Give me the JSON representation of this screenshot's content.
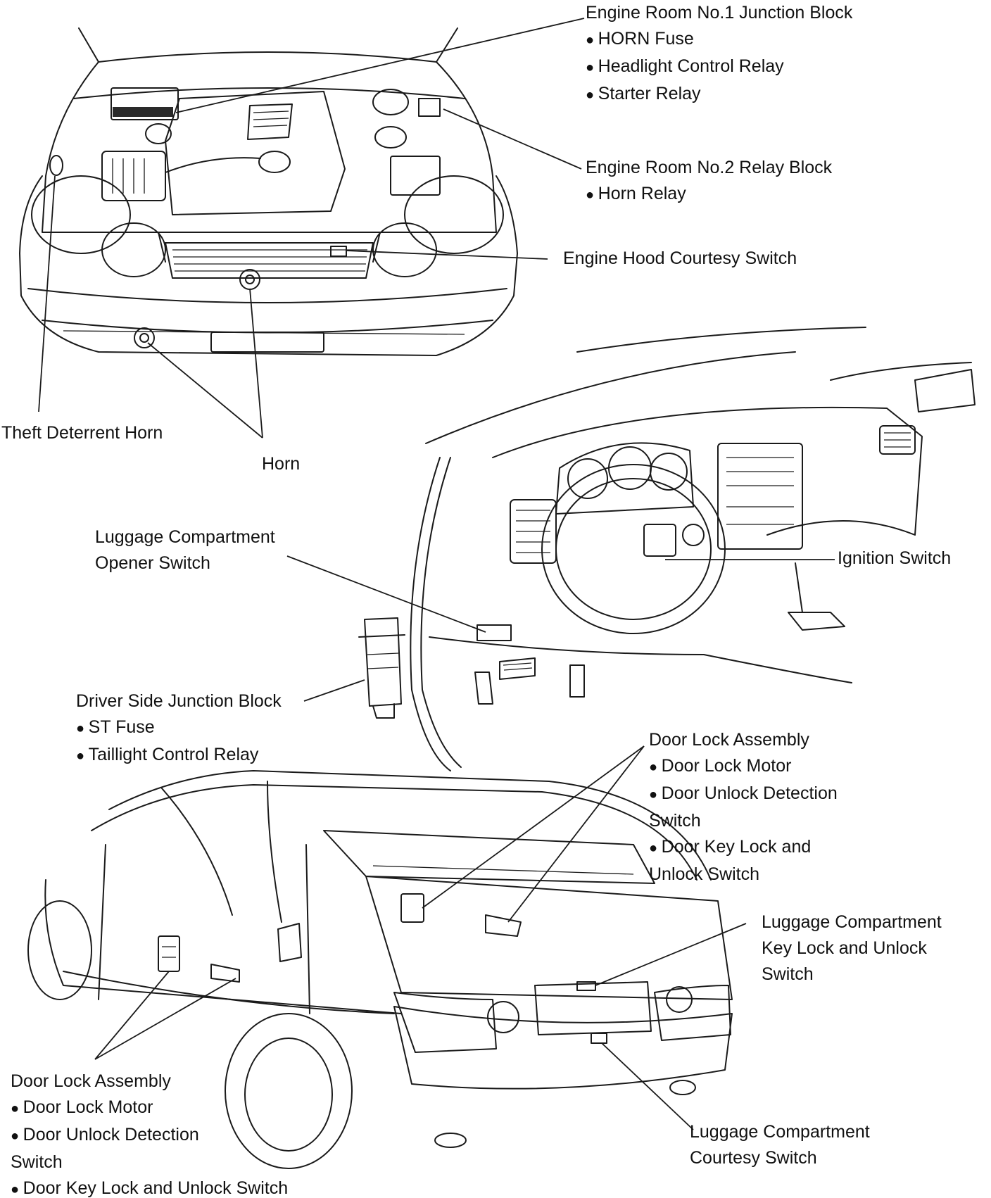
{
  "labels": {
    "engine_room_no1_junction_block": {
      "title": "Engine Room No.1 Junction Block",
      "items": [
        "HORN Fuse",
        "Headlight Control Relay",
        "Starter Relay"
      ]
    },
    "engine_room_no2_relay_block": {
      "title": "Engine Room No.2 Relay Block",
      "items": [
        "Horn Relay"
      ]
    },
    "engine_hood_courtesy_switch": "Engine Hood Courtesy Switch",
    "theft_deterrent_horn": "Theft Deterrent Horn",
    "horn": "Horn",
    "luggage_compartment_opener_switch": [
      "Luggage Compartment",
      "Opener Switch"
    ],
    "ignition_switch": "Ignition Switch",
    "driver_side_junction_block": {
      "title": "Driver Side Junction Block",
      "items": [
        "ST Fuse",
        "Taillight Control Relay"
      ]
    },
    "door_lock_assembly_right": {
      "title": "Door Lock Assembly",
      "lines": [
        "Door Lock Motor",
        "Door Unlock Detection",
        "Switch",
        "Door Key Lock and",
        "Unlock Switch"
      ]
    },
    "luggage_compartment_key_lock": [
      "Luggage Compartment",
      "Key Lock and Unlock",
      "Switch"
    ],
    "door_lock_assembly_left": {
      "title": "Door Lock Assembly",
      "lines": [
        "Door Lock Motor",
        "Door Unlock Detection",
        "Switch",
        "Door Key Lock and Unlock Switch"
      ]
    },
    "luggage_compartment_courtesy_switch": [
      "Luggage Compartment",
      "Courtesy Switch"
    ]
  },
  "colors": {
    "ink": "#111111",
    "background": "#ffffff"
  }
}
